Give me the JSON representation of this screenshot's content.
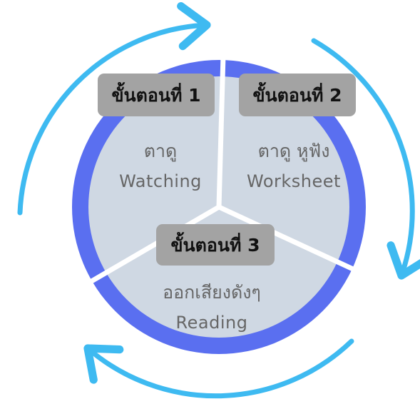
{
  "colors": {
    "ring": "#5a6ff0",
    "segment_fill": "#cfd8e3",
    "divider": "#ffffff",
    "pill_fill": "#a3a3a3",
    "arrow": "#3ebaf1",
    "text_muted": "#666666",
    "text_dark": "#111111"
  },
  "steps": [
    {
      "badge": "ขั้นตอนที่ 1",
      "line1": "ตาดู",
      "line2": "Watching"
    },
    {
      "badge": "ขั้นตอนที่ 2",
      "line1": "ตาดู หูฟัง",
      "line2": "Worksheet"
    },
    {
      "badge": "ขั้นตอนที่ 3",
      "line1": "ออกเสียงดังๆ",
      "line2": "Reading"
    }
  ],
  "icons": [
    "cycle-arrow-icon",
    "cycle-arrow-icon",
    "cycle-arrow-icon"
  ]
}
